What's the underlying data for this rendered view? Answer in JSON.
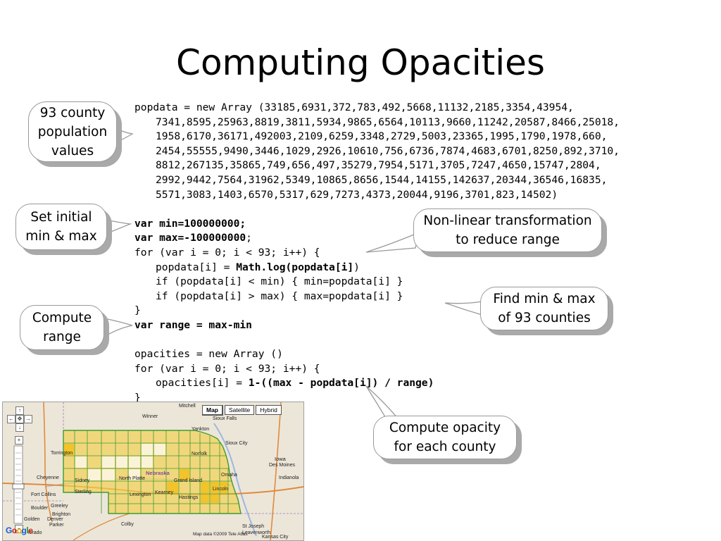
{
  "slide": {
    "title": "Computing Opacities"
  },
  "code": {
    "popdata": [
      "popdata = new Array (33185,6931,372,783,492,5668,11132,2185,3354,43954,",
      "7341,8595,25963,8819,3811,5934,9865,6564,10113,9660,11242,20587,8466,25018,",
      "1958,6170,36171,492003,2109,6259,3348,2729,5003,23365,1995,1790,1978,660,",
      "2454,55555,9490,3446,1029,2926,10610,756,6736,7874,4683,6701,8250,892,3710,",
      "8812,267135,35865,749,656,497,35279,7954,5171,3705,7247,4650,15747,2804,",
      "2992,9442,7564,31962,5349,10865,8656,1544,14155,142637,20344,36546,16835,",
      "5571,3083,1403,6570,5317,629,7273,4373,20044,9196,3701,823,14502)"
    ],
    "var_min": "var min=100000000;",
    "var_max_bold": "var max=-100000000",
    "semicolon": ";",
    "for_loop_1": "for (var i = 0; i < 93; i++) {",
    "log_prefix": "popdata[i] = ",
    "log_bold": "Math.log(popdata[i]",
    "log_suffix": ")",
    "if_min": "if (popdata[i] < min) { min=popdata[i] }",
    "if_max": "if (popdata[i] > max) { max=popdata[i] }",
    "close_brace": "}",
    "var_range": "var range = max-min",
    "opacities_init": "opacities = new Array ()",
    "for_loop_2": "for (var i = 0; i < 93; i++) {",
    "opac_prefix": "opacities[i] = ",
    "opac_bold": "1-((max - popdata[i]) / range)",
    "close_brace_2": "}"
  },
  "callouts": {
    "county_values": [
      "93 county",
      "population",
      "values"
    ],
    "set_min_max": [
      "Set initial",
      "min & max"
    ],
    "compute_range": [
      "Compute",
      "range"
    ],
    "nonlinear": [
      "Non-linear transformation",
      "to reduce range"
    ],
    "find_min_max": [
      "Find min & max",
      "of 93 counties"
    ],
    "compute_opacity": [
      "Compute opacity",
      "for each county"
    ]
  },
  "map": {
    "type_buttons": [
      "Map",
      "Satellite",
      "Hybrid"
    ],
    "labels": {
      "mitchell": "Mitchell",
      "sioux_falls": "Sioux Falls",
      "winner": "Winner",
      "yankton": "Yankton",
      "torrington": "Torrington",
      "norfolk": "Norfolk",
      "nebraska": "Nebraska",
      "sioux_city": "Sioux City",
      "iowa": "Iowa",
      "des_moines": "Des Moines",
      "cheyenne": "Cheyenne",
      "sidney": "Sidney",
      "north_platte": "North Platte",
      "indianola": "Indianola",
      "grand_island": "Grand Island",
      "omaha": "Omaha",
      "sterling": "Sterling",
      "lincoln": "Lincoln",
      "fort_collins": "Fort Collins",
      "lexington": "Lexington",
      "kearney": "Kearney",
      "hastings": "Hastings",
      "greeley": "Greeley",
      "boulder": "Boulder",
      "brighton": "Brighton",
      "golden": "Golden",
      "denver": "Denver",
      "parker": "Parker",
      "colby": "Colby",
      "st_joseph": "St Joseph",
      "leavenworth": "Leavenworth",
      "kansas_city": "Kansas City",
      "colorado": "lorado"
    },
    "logo": [
      "G",
      "o",
      "o",
      "g",
      "l",
      "e"
    ],
    "copyright": "Map data ©2009 Tele Atlas"
  },
  "colors": {
    "shadow": "#a9a9a9",
    "county_fill": "#f5d04a",
    "county_border": "#3e9b2f"
  }
}
